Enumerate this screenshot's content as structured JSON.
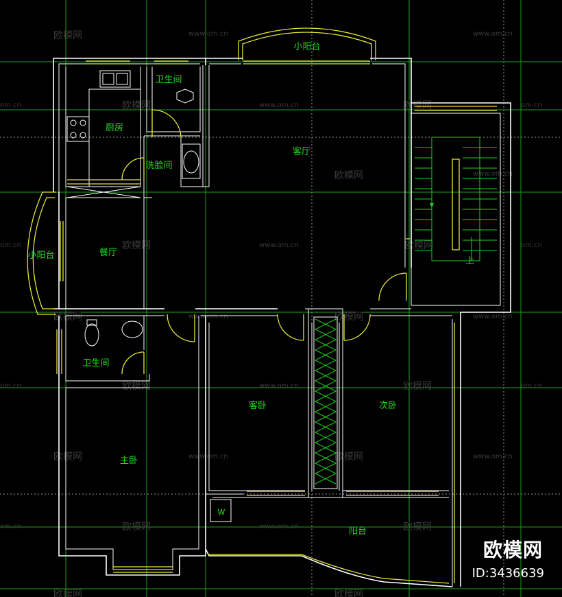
{
  "rooms": {
    "living": "客厅",
    "kitchen": "厨房",
    "bath_top": "卫生间",
    "washroom": "洗脸间",
    "dining": "餐厅",
    "balcony_small_top": "小阳台",
    "balcony_small_left": "小阳台",
    "bath_lower": "卫生间",
    "master_bedroom": "主卧",
    "guest_bedroom": "客卧",
    "second_bedroom": "次卧",
    "balcony": "阳台",
    "stair_up": "上",
    "washer": "W"
  },
  "watermark": {
    "brand": "欧模网",
    "site": "www.om.cn",
    "site_short": "om.cn"
  },
  "logo": {
    "brand": "欧模网",
    "id": "ID:3436639"
  },
  "colors": {
    "background": "#000000",
    "walls": "#ffffff",
    "windows_doors": "#e8e83a",
    "labels": "#22dd22"
  }
}
